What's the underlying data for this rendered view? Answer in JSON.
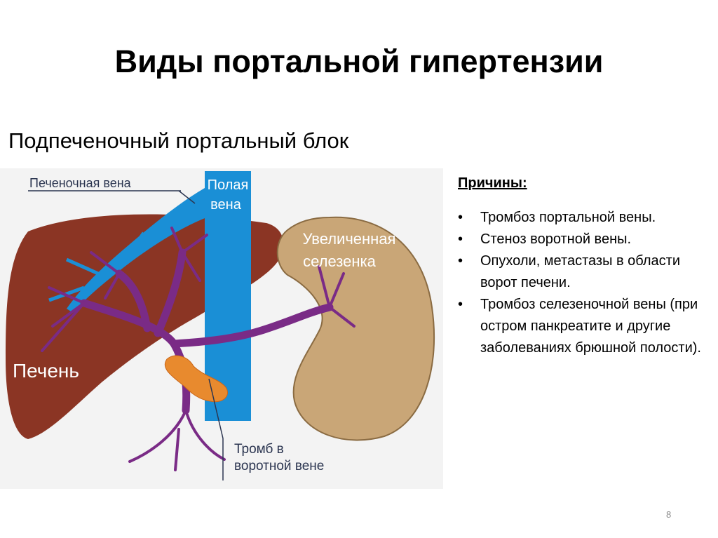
{
  "slide": {
    "title": "Виды портальной гипертензии",
    "subtitle": "Подпеченочный портальный блок",
    "page_number": "8"
  },
  "figure": {
    "labels": {
      "hepatic_vein": "Печеночная вена",
      "vena_cava_line1": "Полая",
      "vena_cava_line2": "вена",
      "spleen_line1": "Увеличенная",
      "spleen_line2": "селезенка",
      "liver": "Печень",
      "thrombus_line1": "Тромб в",
      "thrombus_line2": "воротной вене"
    },
    "colors": {
      "liver": "#8b3524",
      "spleen": "#c9a677",
      "vena_cava": "#1a8fd6",
      "portal_vein": "#7a2b86",
      "thrombus": "#e88a2e",
      "background": "#f3f3f3"
    }
  },
  "causes": {
    "heading": "Причины:",
    "bullet": "•",
    "items": [
      "Тромбоз портальной вены.",
      "Стеноз воротной вены.",
      "Опухоли, метастазы в области ворот печени.",
      "Тромбоз селезеночной вены (при остром панкреатите и другие заболеваниях брюшной полости)."
    ]
  }
}
